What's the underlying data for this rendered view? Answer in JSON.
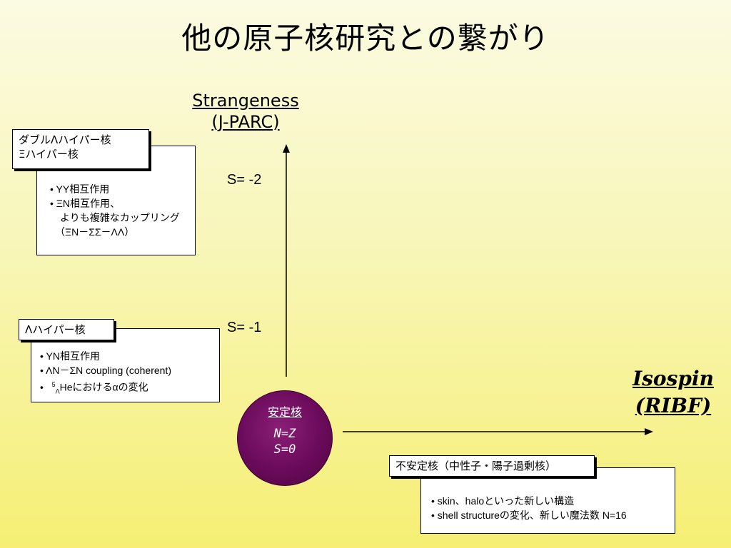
{
  "title": "他の原子核研究との繋がり",
  "axis_vertical": {
    "line1": "Strangeness",
    "line2": "(J-PARC)"
  },
  "axis_horizontal": {
    "line1": "Isospin",
    "line2": "(RIBF)"
  },
  "s_levels": {
    "s2": "S= -2",
    "s1": "S= -1"
  },
  "center_node": {
    "title": "安定核",
    "line1": "N=Z",
    "line2": "S=0"
  },
  "box_double_hyper": {
    "tag_line1": "ダブルΛハイパー核",
    "tag_line2": "Ξハイパー核",
    "items": [
      "• YY相互作用",
      "• ΞN相互作用、",
      "　よりも複雑なカップリング",
      "　（ΞN－ΣΣ－ΛΛ）"
    ]
  },
  "box_lambda_hyper": {
    "tag": "Λハイパー核",
    "items": [
      "•   YN相互作用",
      "•   ΛN－ΣN coupling (coherent)"
    ],
    "item3_bullet": "•   ",
    "item3_sup": "5",
    "item3_sub": "Λ",
    "item3_text": "Heにおけるαの変化"
  },
  "box_unstable": {
    "tag": "不安定核（中性子・陽子過剰核）",
    "items": [
      "• skin、haloといった新しい構造",
      "• shell structureの変化、新しい魔法数 N=16"
    ]
  }
}
